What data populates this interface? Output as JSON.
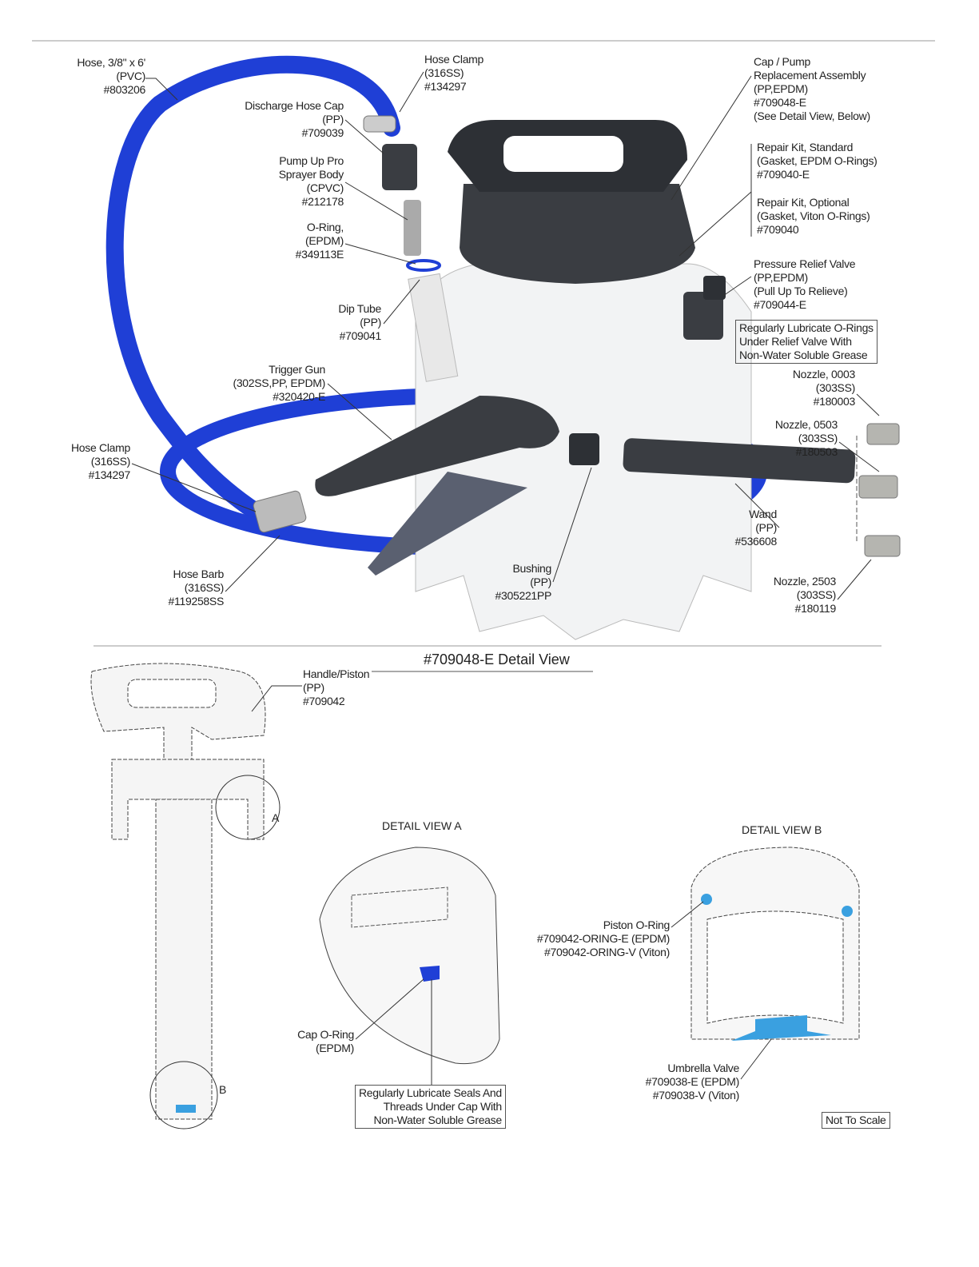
{
  "labels": {
    "hose": [
      "Hose, 3/8\" x 6'",
      "(PVC)",
      "#803206"
    ],
    "hose_clamp_top": [
      "Hose Clamp",
      "(316SS)",
      "#134297"
    ],
    "discharge_cap": [
      "Discharge Hose Cap",
      "(PP)",
      "#709039"
    ],
    "sprayer_body": [
      "Pump Up Pro",
      "Sprayer Body",
      "(CPVC)",
      "#212178"
    ],
    "o_ring": [
      "O-Ring,",
      "(EPDM)",
      "#349113E"
    ],
    "dip_tube": [
      "Dip Tube",
      "(PP)",
      "#709041"
    ],
    "trigger_gun": [
      "Trigger Gun",
      "(302SS,PP, EPDM)",
      "#320420-E"
    ],
    "hose_clamp_left": [
      "Hose Clamp",
      "(316SS)",
      "#134297"
    ],
    "hose_barb": [
      "Hose Barb",
      "(316SS)",
      "#119258SS"
    ],
    "bushing": [
      "Bushing",
      "(PP)",
      "#305221PP"
    ],
    "wand": [
      "Wand",
      "(PP)",
      "#536608"
    ],
    "nozzle_0003": [
      "Nozzle, 0003",
      "(303SS)",
      "#180003"
    ],
    "nozzle_0503": [
      "Nozzle, 0503",
      "(303SS)",
      "#180503"
    ],
    "nozzle_2503": [
      "Nozzle, 2503",
      "(303SS)",
      "#180119"
    ],
    "cap_pump": [
      "Cap / Pump",
      "Replacement Assembly",
      "(PP,EPDM)",
      "#709048-E",
      "(See Detail View, Below)"
    ],
    "repair_standard": [
      "Repair Kit, Standard",
      "(Gasket, EPDM O-Rings)",
      "#709040-E"
    ],
    "repair_optional": [
      "Repair Kit, Optional",
      "(Gasket, Viton O-Rings)",
      "#709040"
    ],
    "relief_valve": [
      "Pressure Relief Valve",
      "(PP,EPDM)",
      "(Pull Up To Relieve)",
      "#709044-E"
    ],
    "relief_note": [
      "Regularly Lubricate O-Rings",
      "Under Relief Valve With",
      "Non-Water Soluble Grease"
    ],
    "handle_piston": [
      "Handle/Piston",
      "(PP)",
      "#709042"
    ],
    "cap_o_ring": [
      "Cap O-Ring",
      "(EPDM)"
    ],
    "seal_note": [
      "Regularly Lubricate Seals And",
      "Threads Under Cap With",
      "Non-Water Soluble Grease"
    ],
    "piston_o_ring": [
      "Piston O-Ring",
      "#709042-ORING-E (EPDM)",
      "#709042-ORING-V (Viton)"
    ],
    "umbrella_valve": [
      "Umbrella Valve",
      "#709038-E (EPDM)",
      "#709038-V (Viton)"
    ]
  },
  "detail": {
    "title": "#709048-E Detail View",
    "view_a": "DETAIL VIEW A",
    "view_b": "DETAIL VIEW B",
    "marker_a": "A",
    "marker_b": "B",
    "not_to_scale": "Not To Scale"
  },
  "colors": {
    "hose": "#1f3fd6",
    "oring": "#3aa0e0",
    "part_dark": "#3a3d42"
  }
}
